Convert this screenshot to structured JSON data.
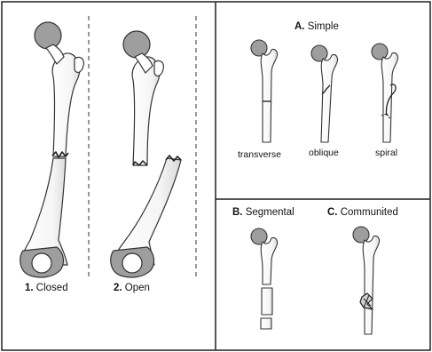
{
  "panels": {
    "closed": {
      "number": "1.",
      "label": "Closed"
    },
    "open": {
      "number": "2.",
      "label": "Open"
    },
    "simple": {
      "letter": "A.",
      "label": "Simple"
    },
    "segmental": {
      "letter": "B.",
      "label": "Segmental"
    },
    "communited": {
      "letter": "C.",
      "label": "Communited"
    }
  },
  "simple_types": {
    "transverse": "transverse",
    "oblique": "oblique",
    "spiral": "spiral"
  },
  "colors": {
    "bone_fill": "#ffffff",
    "head_fill": "#9e9e9e",
    "bone_outline": "#333333",
    "panel_background": "#f2f2f2",
    "border": "#222222",
    "dashed_line": "#333333"
  }
}
